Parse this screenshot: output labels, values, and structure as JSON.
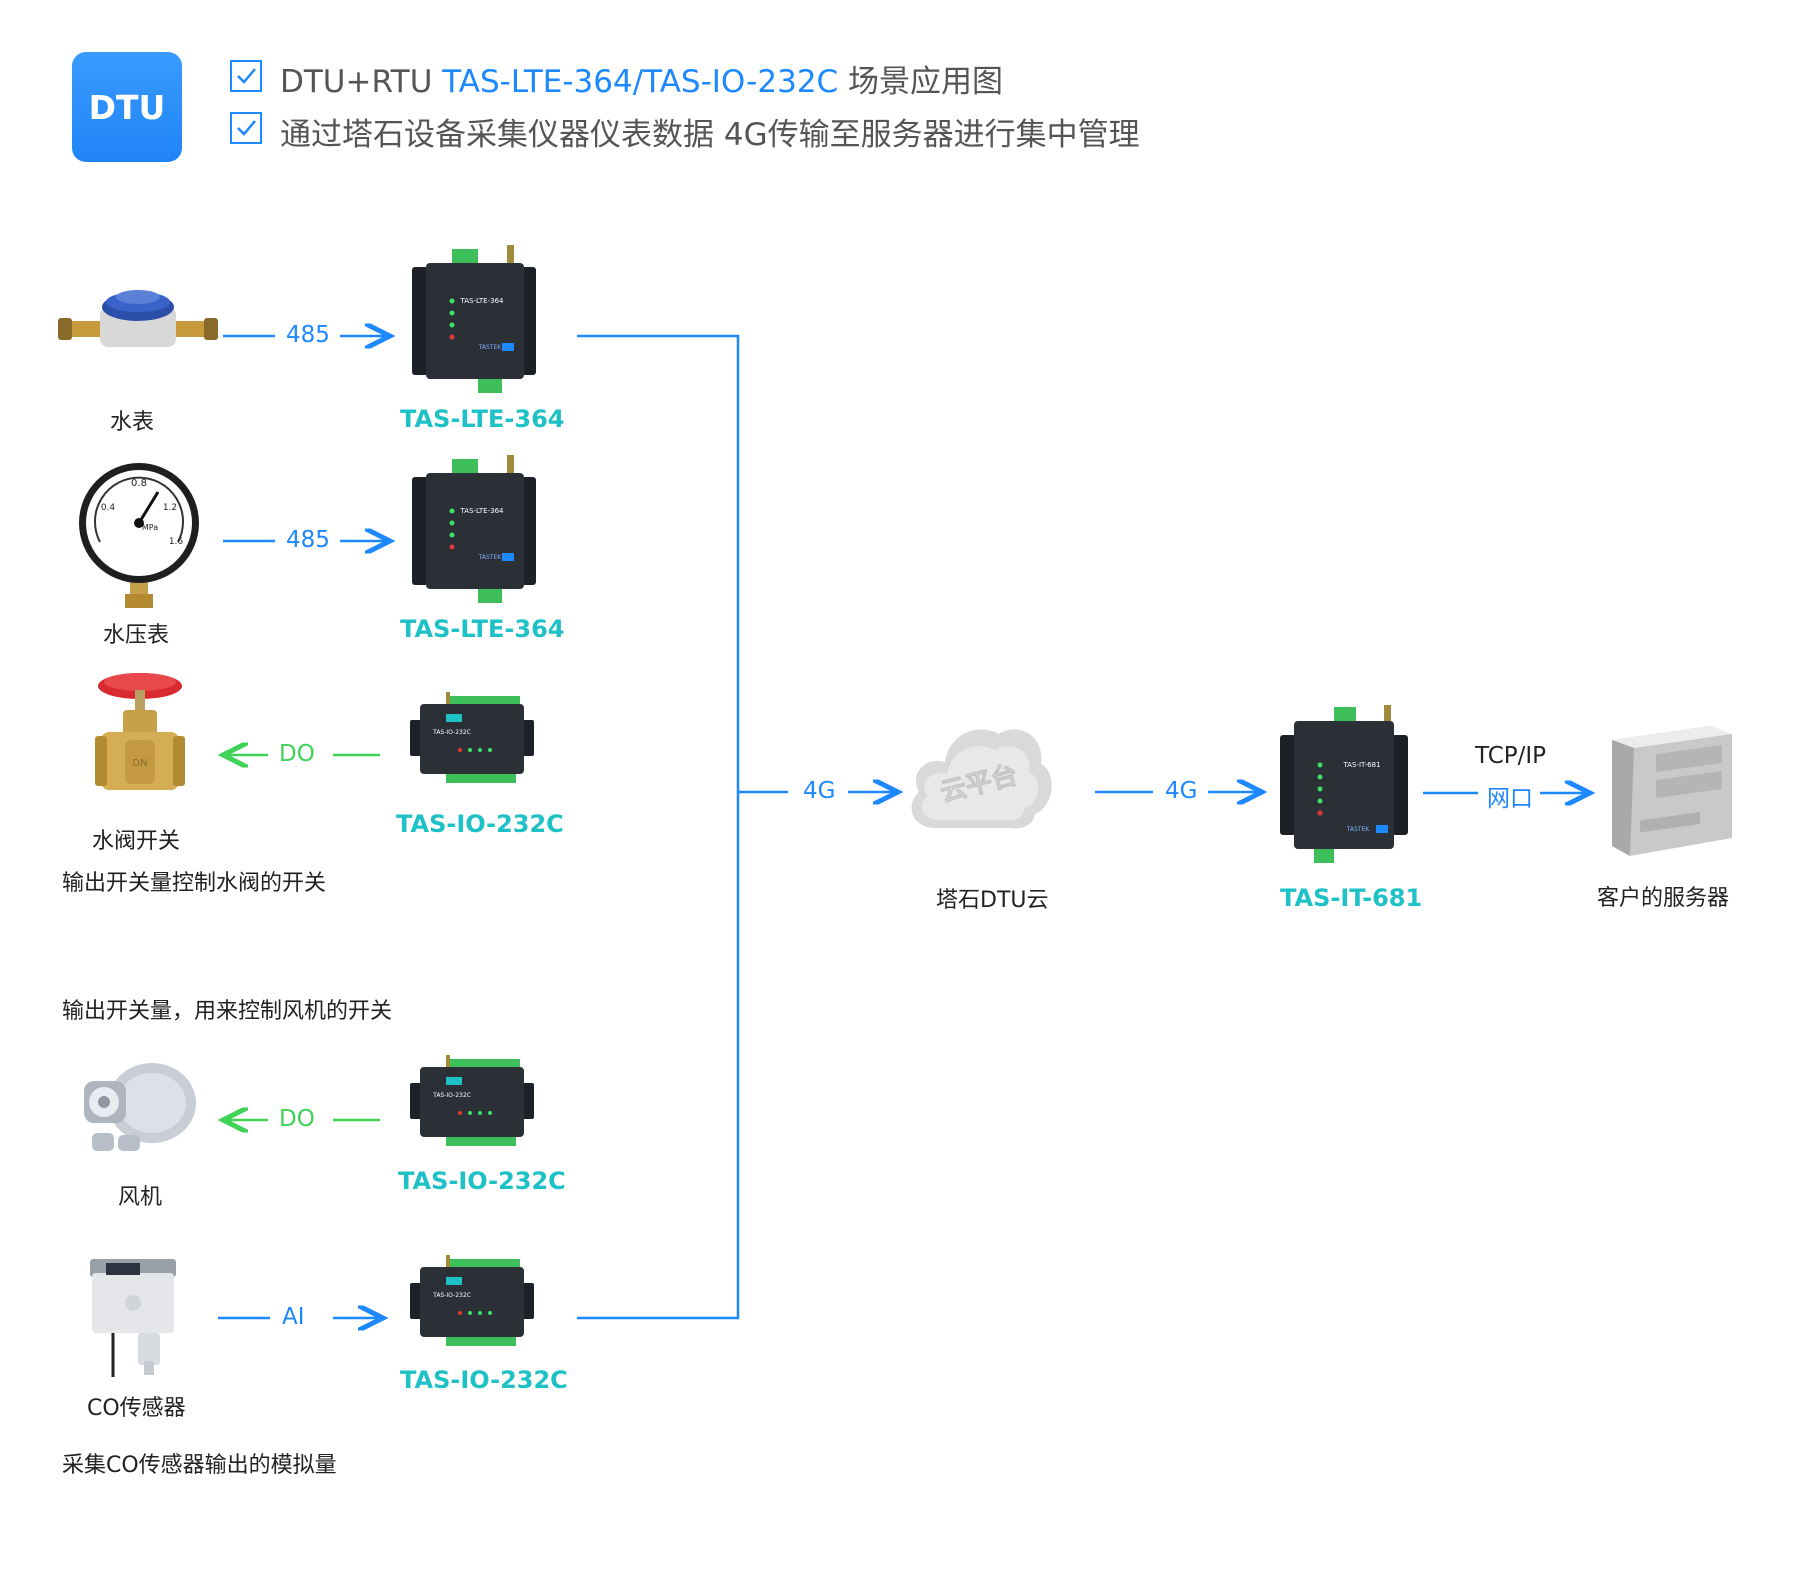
{
  "header": {
    "badge": "DTU",
    "line1_prefix": "DTU+RTU",
    "line1_models": "TAS-LTE-364/TAS-IO-232C",
    "line1_suffix": "场景应用图",
    "line2": "通过塔石设备采集仪器仪表数据 4G传输至服务器进行集中管理"
  },
  "rows": [
    {
      "device": "水表",
      "model": "TAS-LTE-364",
      "link": "485",
      "direction": "to-gateway"
    },
    {
      "device": "水压表",
      "model": "TAS-LTE-364",
      "link": "485",
      "direction": "to-gateway"
    },
    {
      "device": "水阀开关",
      "model": "TAS-IO-232C",
      "link": "DO",
      "direction": "to-device",
      "note": "输出开关量控制水阀的开关"
    },
    {
      "device": "风机",
      "model": "TAS-IO-232C",
      "link": "DO",
      "direction": "to-device",
      "note": "输出开关量，用来控制风机的开关"
    },
    {
      "device": "CO传感器",
      "model": "TAS-IO-232C",
      "link": "AI",
      "direction": "to-gateway",
      "note": "采集CO传感器输出的模拟量"
    }
  ],
  "bus_link": "4G",
  "cloud": {
    "name": "塔石DTU云",
    "icon_text": "云平台"
  },
  "cloud_link": "4G",
  "gateway": {
    "model": "TAS-IT-681"
  },
  "server_link": {
    "top": "TCP/IP",
    "bottom": "网口"
  },
  "server": {
    "name": "客户的服务器"
  },
  "device_prints": {
    "lte": "TAS-LTE-364",
    "io": "TAS-IO-232C",
    "it": "TAS-IT-681",
    "brand": "TASTEK",
    "gauge_unit": "MPa",
    "gauge_ticks": [
      "0.4",
      "0.8",
      "1.2",
      "1.6"
    ],
    "valve": "DN"
  },
  "colors": {
    "blue": "#1e88ff",
    "green": "#3ed257",
    "teal": "#1ec1c6",
    "device": "#2b2f36"
  }
}
